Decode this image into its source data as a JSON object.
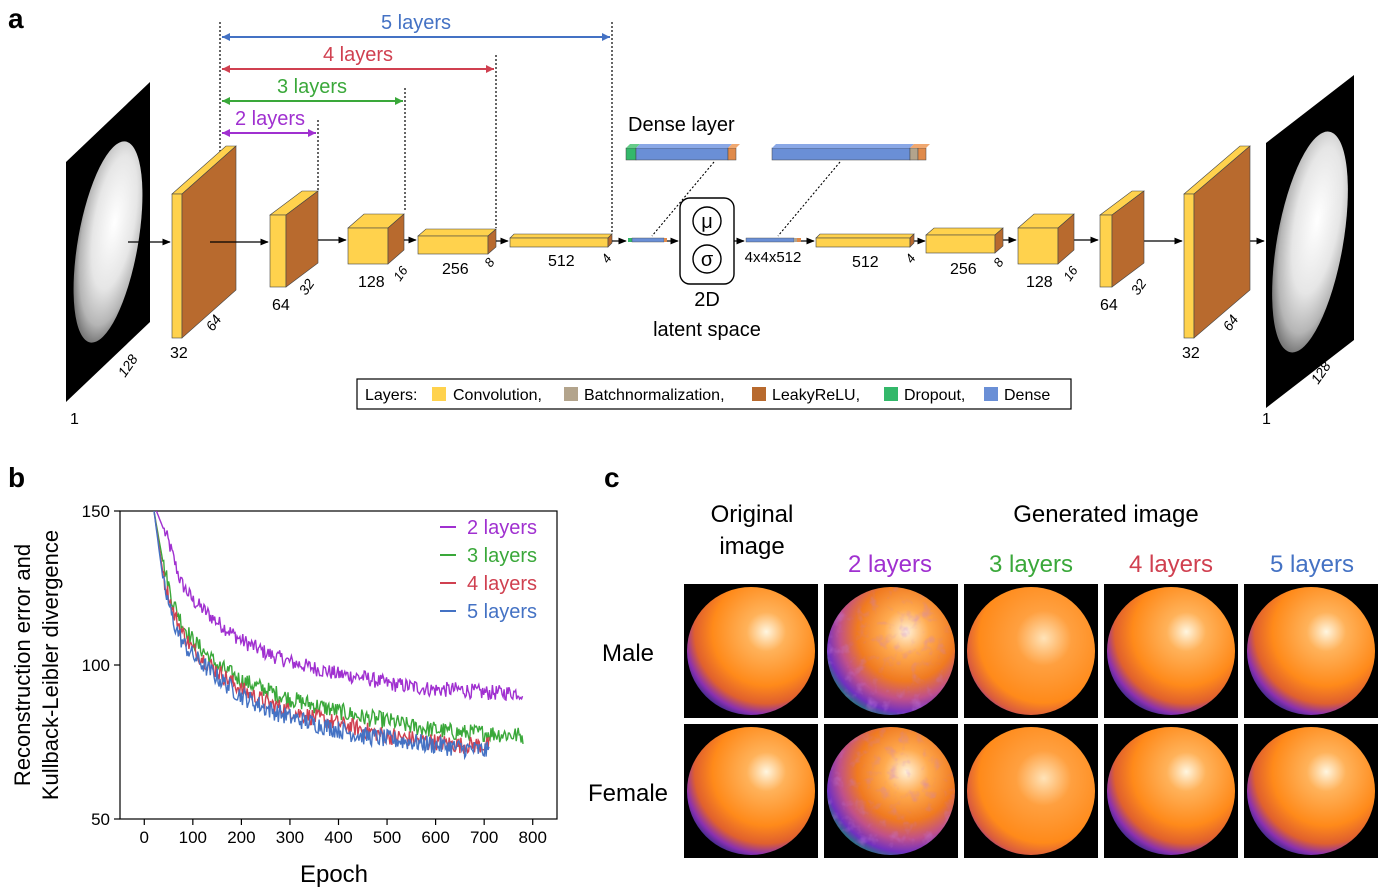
{
  "panel_a": {
    "label": "a",
    "ranges": [
      {
        "text": "5 layers",
        "color": "#4472c4"
      },
      {
        "text": "4 layers",
        "color": "#d04050"
      },
      {
        "text": "3 layers",
        "color": "#3aa83a"
      },
      {
        "text": "2 layers",
        "color": "#a030d0"
      }
    ],
    "dense_label": "Dense layer",
    "latent_title": "2D",
    "latent_sub": "latent space",
    "mu": "μ",
    "sigma": "σ",
    "latent_dim": "4x4x512",
    "encoder": {
      "input_channels": "1",
      "input_size": "128",
      "blocks": [
        {
          "ch": "32",
          "size": "64"
        },
        {
          "ch": "64",
          "size": "32"
        },
        {
          "ch": "128",
          "size": "16"
        },
        {
          "ch": "256",
          "size": "8"
        },
        {
          "ch": "512",
          "size": "4"
        }
      ]
    },
    "decoder": {
      "output_channels": "1",
      "output_size": "128",
      "blocks": [
        {
          "ch": "512",
          "size": "4"
        },
        {
          "ch": "256",
          "size": "8"
        },
        {
          "ch": "128",
          "size": "16"
        },
        {
          "ch": "64",
          "size": "32"
        },
        {
          "ch": "32",
          "size": "64"
        }
      ]
    },
    "legend": {
      "prefix": "Layers:",
      "items": [
        {
          "name": "Convolution,",
          "color": "#ffd24d"
        },
        {
          "name": "Batchnormalization,",
          "color": "#b3a48c"
        },
        {
          "name": "LeakyReLU,",
          "color": "#b86a2e"
        },
        {
          "name": "Dropout,",
          "color": "#33b86a"
        },
        {
          "name": "Dense",
          "color": "#6a8fd6"
        }
      ]
    }
  },
  "panel_b": {
    "label": "b",
    "chart_data": {
      "type": "line",
      "xlabel": "Epoch",
      "ylabel_line1": "Reconstruction error and",
      "ylabel_line2": "Kullback-Leibler divergence",
      "xlim": [
        -50,
        850
      ],
      "ylim": [
        50,
        150
      ],
      "xticks": [
        "0",
        "100",
        "200",
        "300",
        "400",
        "500",
        "600",
        "700",
        "800"
      ],
      "yticks": [
        "50",
        "100",
        "150"
      ],
      "legend_position": "top-right",
      "series": [
        {
          "name": "2 layers",
          "color": "#a030d0",
          "x_end": 780,
          "points": [
            [
              25,
              150
            ],
            [
              50,
              140
            ],
            [
              75,
              127
            ],
            [
              100,
              121
            ],
            [
              150,
              114
            ],
            [
              200,
              108
            ],
            [
              250,
              104
            ],
            [
              300,
              101
            ],
            [
              350,
              99
            ],
            [
              400,
              97
            ],
            [
              450,
              96
            ],
            [
              500,
              94
            ],
            [
              550,
              93
            ],
            [
              600,
              92
            ],
            [
              650,
              92
            ],
            [
              700,
              91
            ],
            [
              780,
              91
            ]
          ],
          "noise": 2.5
        },
        {
          "name": "3 layers",
          "color": "#3aa83a",
          "x_end": 780,
          "points": [
            [
              20,
              150
            ],
            [
              40,
              132
            ],
            [
              60,
              120
            ],
            [
              80,
              113
            ],
            [
              100,
              108
            ],
            [
              150,
              100
            ],
            [
              200,
              95
            ],
            [
              250,
              92
            ],
            [
              300,
              89
            ],
            [
              350,
              87
            ],
            [
              400,
              85
            ],
            [
              450,
              83
            ],
            [
              500,
              82
            ],
            [
              550,
              80
            ],
            [
              600,
              79
            ],
            [
              650,
              78
            ],
            [
              700,
              78
            ],
            [
              780,
              77
            ]
          ],
          "noise": 2.8
        },
        {
          "name": "4 layers",
          "color": "#d04050",
          "x_end": 710,
          "points": [
            [
              20,
              150
            ],
            [
              40,
              128
            ],
            [
              60,
              117
            ],
            [
              80,
              110
            ],
            [
              100,
              105
            ],
            [
              150,
              98
            ],
            [
              200,
              92
            ],
            [
              250,
              88
            ],
            [
              300,
              85
            ],
            [
              350,
              83
            ],
            [
              400,
              81
            ],
            [
              450,
              79
            ],
            [
              500,
              77
            ],
            [
              550,
              76
            ],
            [
              600,
              75
            ],
            [
              650,
              74
            ],
            [
              710,
              74
            ]
          ],
          "noise": 2.8
        },
        {
          "name": "5 layers",
          "color": "#4472c4",
          "x_end": 710,
          "points": [
            [
              20,
              150
            ],
            [
              40,
              126
            ],
            [
              60,
              114
            ],
            [
              80,
              107
            ],
            [
              100,
              103
            ],
            [
              150,
              96
            ],
            [
              200,
              90
            ],
            [
              250,
              86
            ],
            [
              300,
              83
            ],
            [
              350,
              81
            ],
            [
              400,
              79
            ],
            [
              450,
              77
            ],
            [
              500,
              76
            ],
            [
              550,
              75
            ],
            [
              600,
              74
            ],
            [
              650,
              73
            ],
            [
              710,
              72
            ]
          ],
          "noise": 3.0
        }
      ]
    }
  },
  "panel_c": {
    "label": "c",
    "original_header": [
      "Original",
      "image"
    ],
    "generated_header": "Generated image",
    "columns": [
      {
        "text": "2 layers",
        "color": "#a030d0"
      },
      {
        "text": "3 layers",
        "color": "#3aa83a"
      },
      {
        "text": "4 layers",
        "color": "#d04050"
      },
      {
        "text": "5 layers",
        "color": "#4472c4"
      }
    ],
    "rows": [
      "Male",
      "Female"
    ]
  }
}
